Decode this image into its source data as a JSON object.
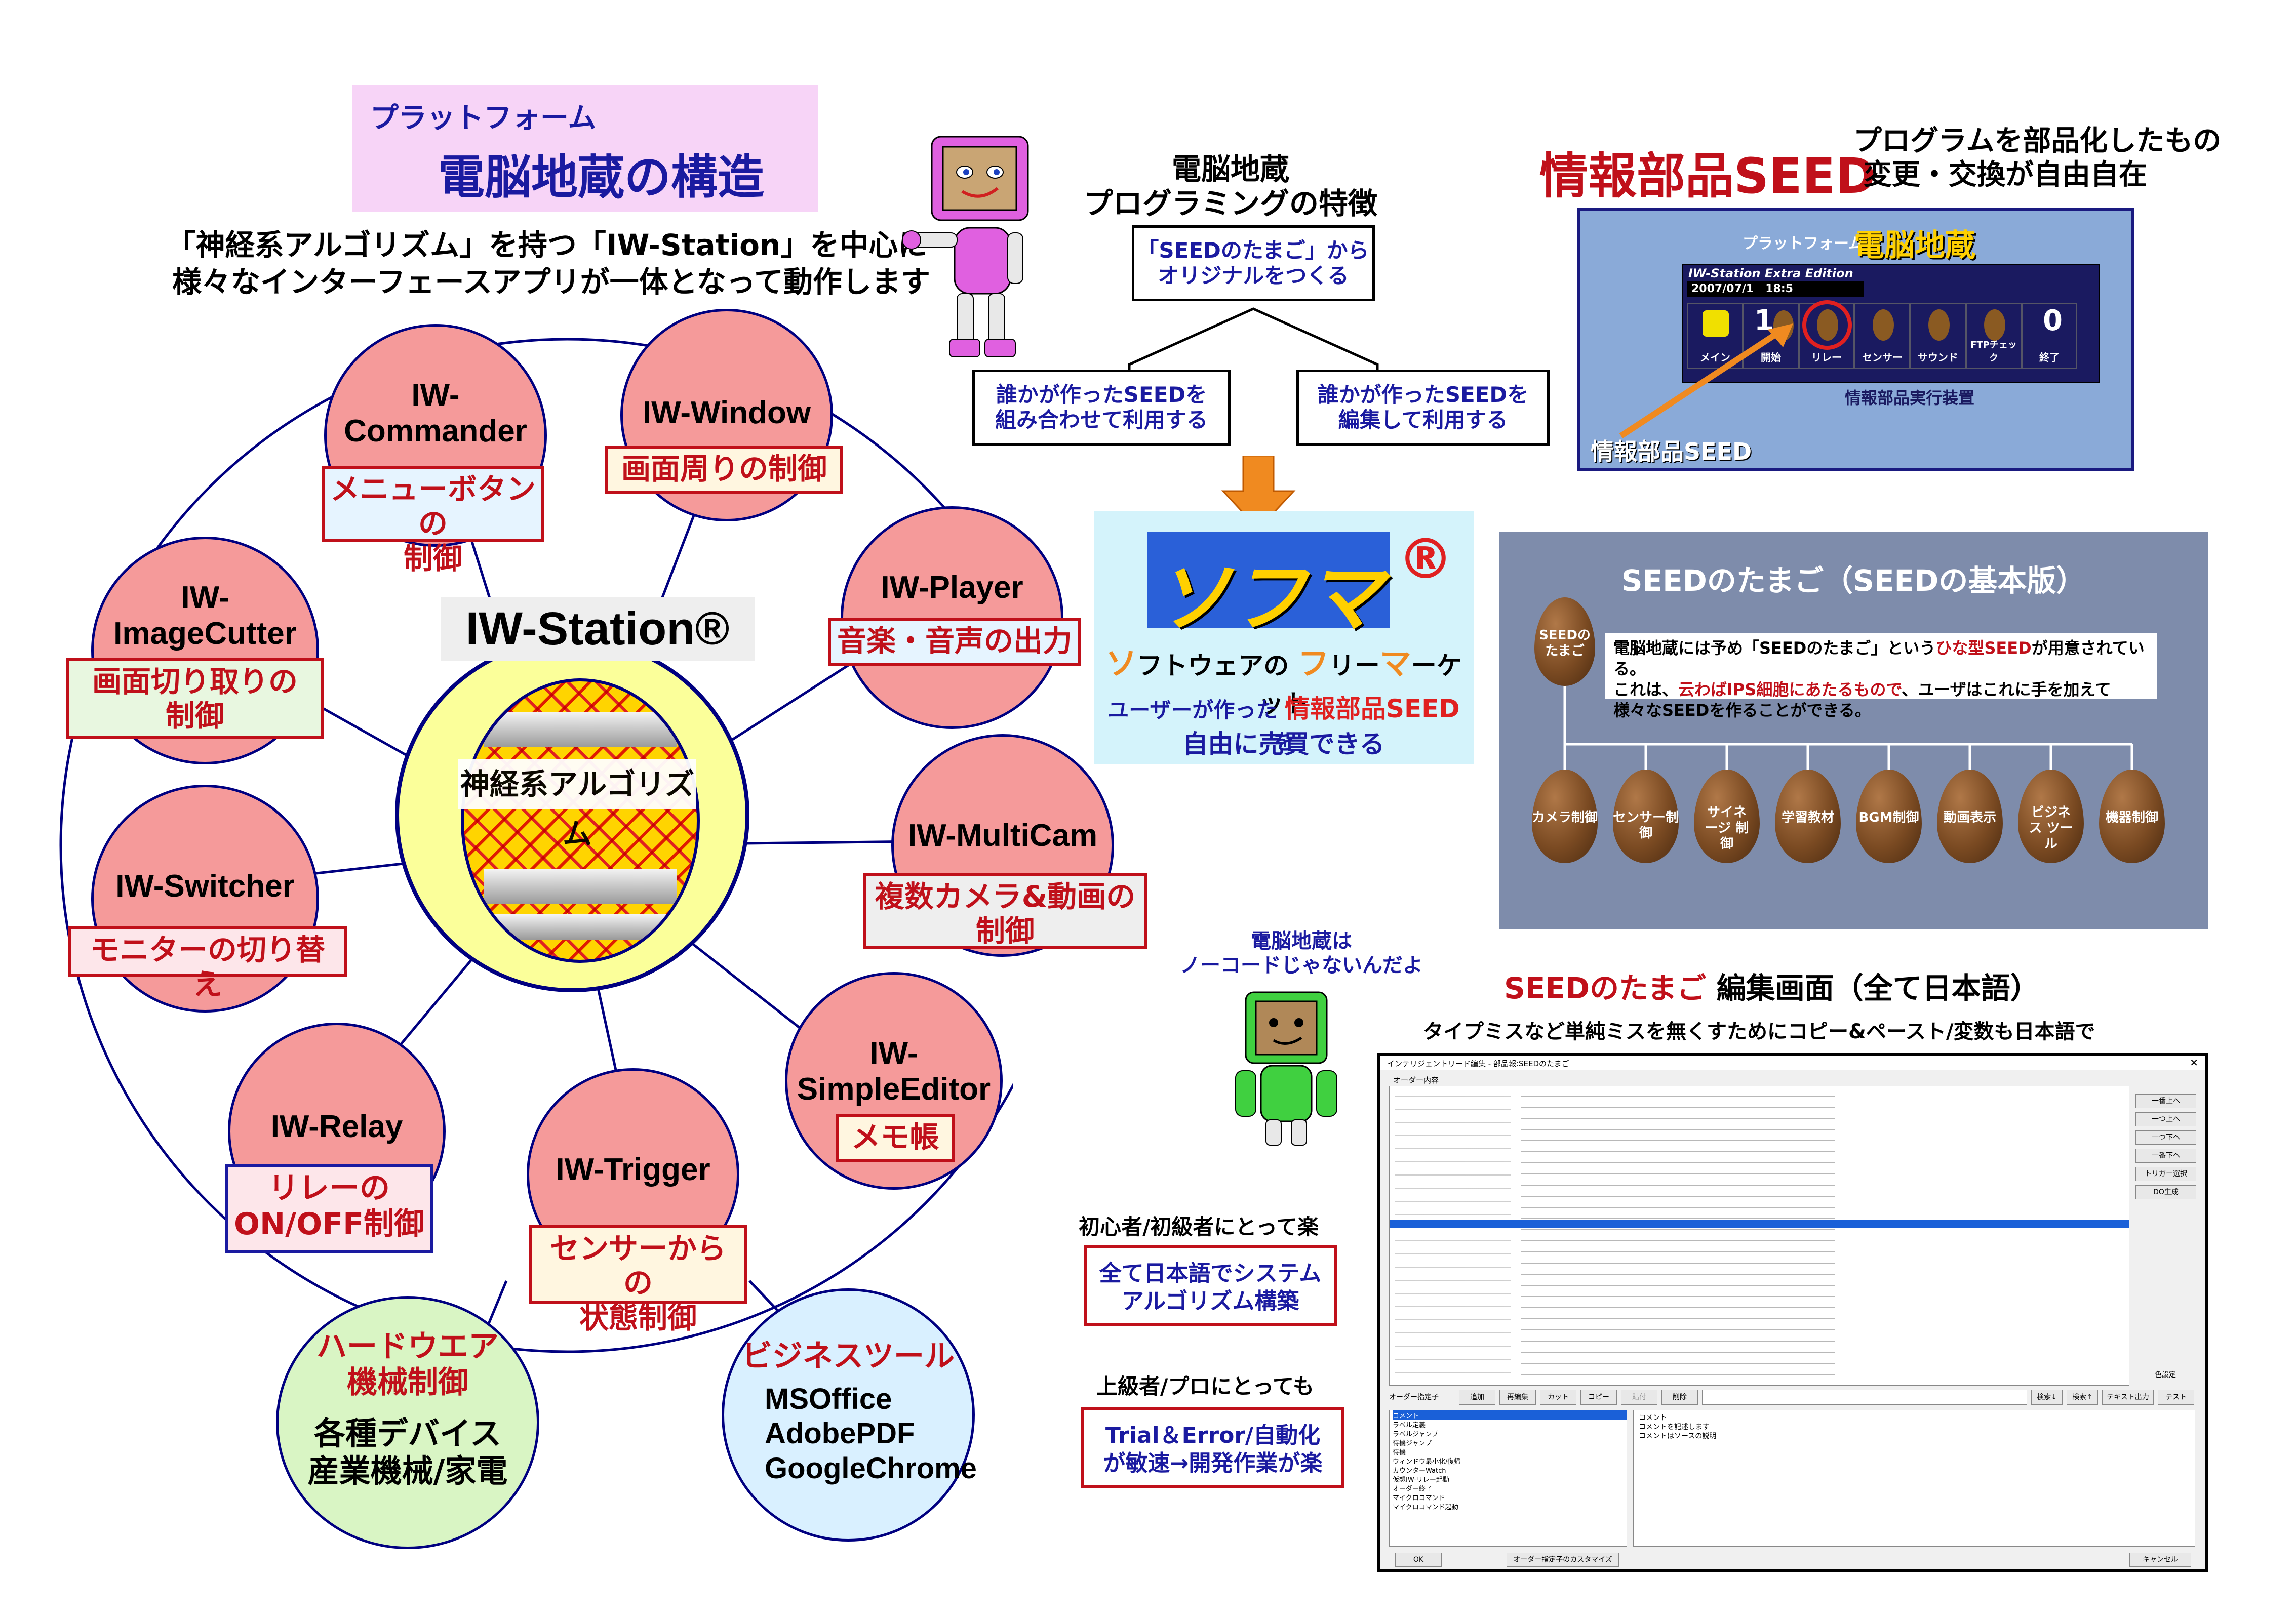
{
  "platform": {
    "label": "プラットフォーム",
    "title": "電脳地蔵の構造"
  },
  "intro": {
    "line1": "「神経系アルゴリズム」を持つ「IW-Station」を中心に",
    "line2": "様々なインターフェースアプリが一体となって動作します"
  },
  "center": {
    "name": "IW-Station®",
    "algo": "神経系アルゴリズム"
  },
  "nodes": [
    {
      "id": "commander",
      "name1": "IW-",
      "name2": "Commander",
      "desc1": "メニューボタンの",
      "desc2": "制御"
    },
    {
      "id": "window",
      "name1": "IW-Window",
      "desc1": "画面周りの制御"
    },
    {
      "id": "player",
      "name1": "IW-Player",
      "desc1": "音楽・音声の出力"
    },
    {
      "id": "multicam",
      "name1": "IW-MultiCam",
      "desc1": "複数カメラ&動画の",
      "desc2": "制御"
    },
    {
      "id": "simpleeditor",
      "name1": "IW-",
      "name2": "SimpleEditor",
      "desc1": "メモ帳"
    },
    {
      "id": "trigger",
      "name1": "IW-Trigger",
      "desc1": "センサーからの",
      "desc2": "状態制御"
    },
    {
      "id": "relay",
      "name1": "IW-Relay",
      "desc1": "リレーの",
      "desc2": "ON/OFF制御"
    },
    {
      "id": "switcher",
      "name1": "IW-Switcher",
      "desc1": "モニターの切り替え"
    },
    {
      "id": "imagecutter",
      "name1": "IW-",
      "name2": "ImageCutter",
      "desc1": "画面切り取りの",
      "desc2": "制御"
    }
  ],
  "hardware": {
    "title1": "ハードウエア",
    "title2": "機械制御",
    "line1": "各種デバイス",
    "line2": "産業機械/家電"
  },
  "business": {
    "title": "ビジネスツール",
    "line1": "MSOffice",
    "line2": "AdobePDF",
    "line3": "GoogleChrome"
  },
  "programming": {
    "title1": "電脳地蔵",
    "title2": "プログラミングの特徴",
    "top1": "「SEEDのたまご」から",
    "top2": "オリジナルをつくる",
    "left1": "誰かが作ったSEEDを",
    "left2": "組み合わせて利用する",
    "right1": "誰かが作ったSEEDを",
    "right2": "編集して利用する"
  },
  "sofuma": {
    "logo": "ソフマ",
    "reg": "®",
    "tag": [
      "ソ",
      "フトウェアの ",
      "フ",
      "リー",
      "マ",
      "ーケット"
    ],
    "line1a": "ユーザーが作った ",
    "line1b": "情報部品SEED",
    "line1c": " を",
    "line2": "自由に売買できる"
  },
  "seed": {
    "title": "情報部品SEED",
    "desc1": "プログラムを部品化したもの",
    "desc2": "変更・交換が自由自在",
    "panel": {
      "brand_small": "プラットフォーム",
      "brand": "電脳地蔵",
      "edition": "IW-Station Extra Edition",
      "date": "2007/07/1",
      "time": "18:5",
      "buttons": [
        "メイン",
        "開始",
        "リレー",
        "センサー",
        "サウンド",
        "FTPチェック",
        "終了"
      ],
      "num_left": "1",
      "num_right": "0",
      "footer": "情報部品実行装置",
      "callout": "情報部品SEED"
    }
  },
  "tamago": {
    "title": "SEEDのたまご（SEEDの基本版）",
    "main_egg": "SEEDの たまご",
    "desc_a": "電脳地蔵には予め「SEEDのたまご」という",
    "desc_b": "ひな型SEED",
    "desc_c": "が用意されている。",
    "desc2_a": "これは、",
    "desc2_b": "云わばIPS細胞にあたるもので",
    "desc2_c": "、ユーザはこれに手を加えて",
    "desc3": "様々なSEEDを作ることができる。",
    "eggs": [
      "カメラ制御",
      "センサー制御",
      "サイネージ 制御",
      "学習教材",
      "BGM制御",
      "動画表示",
      "ビジネス ツール",
      "機器制御"
    ]
  },
  "robot2": {
    "line1": "電脳地蔵は",
    "line2": "ノーコードじゃないんだよ"
  },
  "editor": {
    "title_a": "SEEDのたまご",
    "title_b": "  編集画面（全て日本語）",
    "subtitle": "タイプミスなど単純ミスを無くすためにコピー&ペースト/変数も日本語で",
    "window_title": "インテリジェントリード編集 - 部品報:SEEDのたまご",
    "order_label": "オーダー内容",
    "right_buttons": [
      "一番上へ",
      "一つ上へ",
      "一つ下へ",
      "一番下へ",
      "トリガー選択",
      "DO生成"
    ],
    "color_label": "色設定",
    "toolbar": [
      "オーダー指定子",
      "追加",
      "再編集",
      "カット",
      "コピー",
      "貼付",
      "削除",
      "検索↓",
      "検索↑",
      "テキスト出力",
      "テスト"
    ],
    "list": [
      "コメント",
      "ラベル定義",
      "ラベルジャンプ",
      "待機ジャンプ",
      "待機",
      "ウィンドウ最小化/復帰",
      "カウンターWatch",
      "仮想IW-リレー起動",
      "オーダー終了",
      "マイクロコマンド",
      "マイクロコマンド起動"
    ],
    "comment1": "コメント",
    "comment2": "コメントを記述します",
    "comment3": "コメントはソースの説明",
    "ok": "OK",
    "customize": "オーダー指定子のカスタマイズ",
    "cancel": "キャンセル"
  },
  "notes": {
    "beginner": "初心者/初級者にとって楽",
    "beginner_box1": "全て日本語でシステム",
    "beginner_box2": "アルゴリズム構築",
    "advanced": "上級者/プロにとっても",
    "advanced_box1": "Trial＆Error/自動化",
    "advanced_box2": "が敏速→開発作業が楽"
  }
}
